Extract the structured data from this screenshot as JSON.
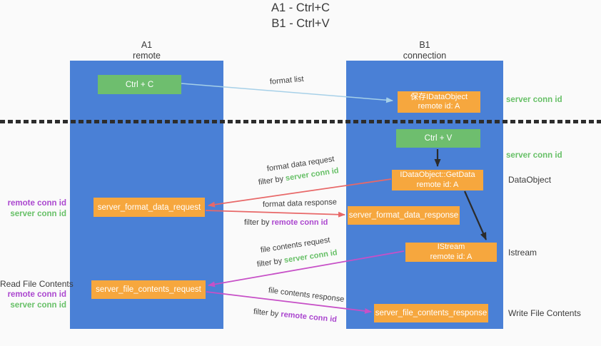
{
  "title": {
    "line1": "A1 - Ctrl+C",
    "line2": "B1 - Ctrl+V"
  },
  "columns": {
    "left": {
      "name": "A1",
      "role": "remote"
    },
    "right": {
      "name": "B1",
      "role": "connection"
    }
  },
  "nodes": {
    "ctrl_c": {
      "label": "Ctrl + C"
    },
    "save_dataobject": {
      "line1": "保存IDataObject",
      "line2": "remote id: A"
    },
    "ctrl_v": {
      "label": "Ctrl + V"
    },
    "getdata": {
      "line1": "IDataObject::GetData",
      "line2": "remote id: A"
    },
    "format_request": {
      "label": "server_format_data_request"
    },
    "format_response": {
      "label": "server_format_data_response"
    },
    "istream": {
      "line1": "IStream",
      "line2": "remote id: A"
    },
    "file_request": {
      "label": "server_file_contents_request"
    },
    "file_response": {
      "label": "server_file_contents_response"
    }
  },
  "arrows": {
    "format_list": {
      "label": "format list"
    },
    "format_data_request": {
      "label": "format data request",
      "filter_prefix": "filter by",
      "filter_key": "server conn id"
    },
    "format_data_response": {
      "label": "format data response",
      "filter_prefix": "filter by",
      "filter_key": "remote conn id"
    },
    "file_contents_request": {
      "label": "file contents request",
      "filter_prefix": "filter by",
      "filter_key": "server conn id"
    },
    "file_contents_response": {
      "label": "file contents response",
      "filter_prefix": "filter by",
      "filter_key": "remote conn id"
    }
  },
  "side_labels": {
    "right_top_server_conn_id": "server conn id",
    "right_mid_server_conn_id": "server conn id",
    "right_dataobject": "DataObject",
    "right_istream": "Istream",
    "right_write_file_contents": "Write File Contents",
    "left_format_remote_conn_id": "remote conn id",
    "left_format_server_conn_id": "server conn id",
    "left_read_file_contents": "Read File Contents",
    "left_file_remote_conn_id": "remote conn id",
    "left_file_server_conn_id": "server conn id"
  },
  "colors": {
    "column_blue": "#4a80d6",
    "node_green": "#6ebe6e",
    "node_orange": "#f6a73e",
    "label_green": "#67c067",
    "label_purple": "#ab47cf",
    "arrow_red": "#e86868",
    "arrow_magenta": "#c750c7",
    "arrow_lightblue": "#a6d0e8",
    "arrow_black": "#2b2b2b"
  }
}
